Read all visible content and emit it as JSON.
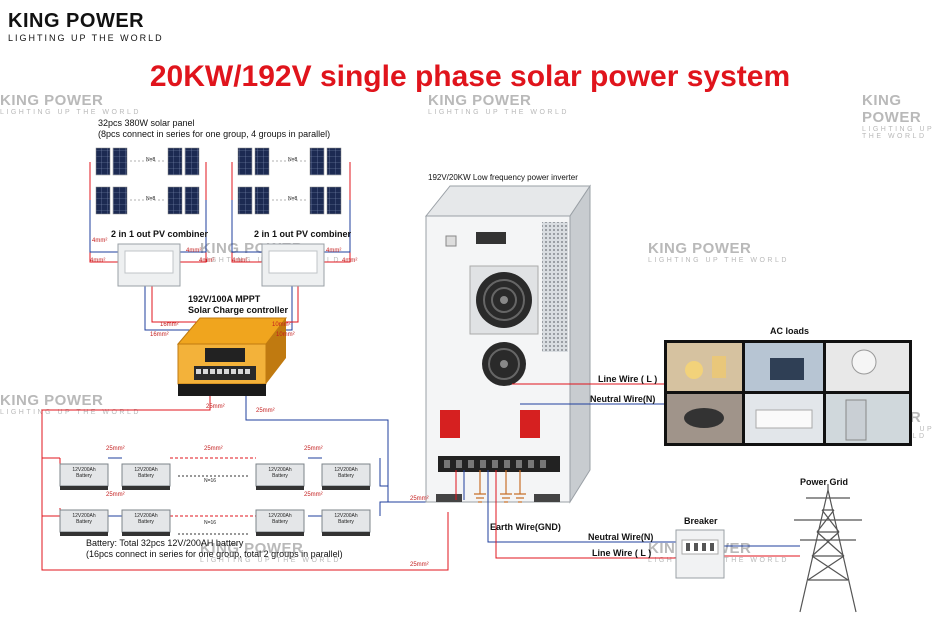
{
  "logo": {
    "brand": "KING POWER",
    "tagline": "LIGHTING UP THE WORLD"
  },
  "watermark": {
    "brand": "KING POWER",
    "tagline": "LIGHTING UP THE WORLD"
  },
  "title": "20KW/192V single  phase solar power system",
  "panels": {
    "line1": "32pcs 380W solar panel",
    "line2": "(8pcs connect in series for one group, 4 groups in parallel)",
    "series_label": "N=8"
  },
  "combiner_label": "2 in 1 out PV combiner",
  "mppt": {
    "line1": "192V/100A MPPT",
    "line2": "Solar Charge controller"
  },
  "inverter_label": "192V/20KW Low frequency power inverter",
  "ac_loads_label": "AC loads",
  "wires": {
    "line": "Line Wire ( L )",
    "neutral": "Neutral Wire(N)",
    "earth": "Earth Wire(GND)",
    "neutral2": "Neutral Wire(N)",
    "line2": "Line Wire ( L )"
  },
  "breaker_label": "Breaker",
  "grid_label": "Power Grid",
  "battery": {
    "cell_line1": "12V200Ah",
    "cell_line2": "Battery",
    "series_label": "N=16",
    "desc1": "Battery:  Total 32pcs 12V/200AH battery",
    "desc2": "(16pcs connect in series for one group, total 2 groups in parallel)"
  },
  "cable": {
    "s4": "4mm²",
    "s10": "10mm²",
    "s16": "16mm²",
    "s25": "25mm²"
  },
  "colors": {
    "title": "#e0141c",
    "positive": "#e0141c",
    "negative": "#1f3f9e",
    "ground": "#c8702a"
  }
}
